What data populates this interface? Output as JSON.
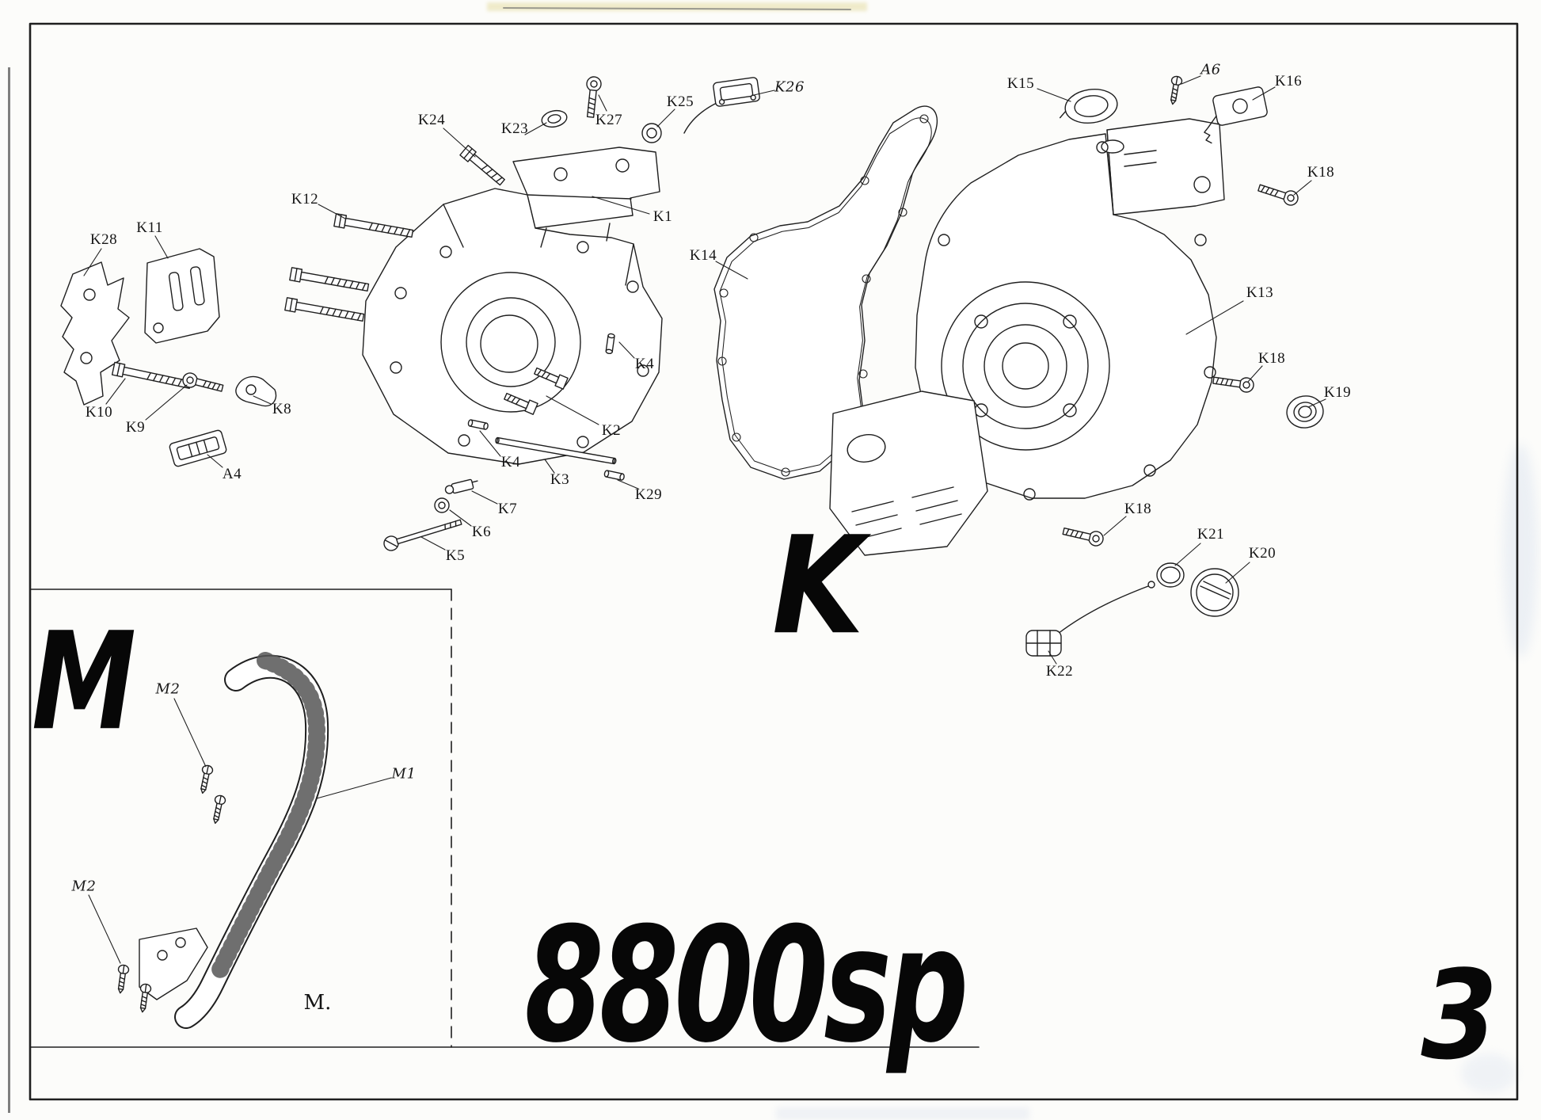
{
  "colors": {
    "ink": "#1f1f1f",
    "paper": "#fcfcfa"
  },
  "titles": {
    "section_k": "K",
    "section_m": "M",
    "model": "8800sp",
    "page_number": "3",
    "inset_caption": "M."
  },
  "part_labels": [
    {
      "text": "K24"
    },
    {
      "text": "K23"
    },
    {
      "text": "K27"
    },
    {
      "text": "K25"
    },
    {
      "text": "K26"
    },
    {
      "text": "K15"
    },
    {
      "text": "A6"
    },
    {
      "text": "K16"
    },
    {
      "text": "K18"
    },
    {
      "text": "K12"
    },
    {
      "text": "K1"
    },
    {
      "text": "K28"
    },
    {
      "text": "K11"
    },
    {
      "text": "K14"
    },
    {
      "text": "K13"
    },
    {
      "text": "K18"
    },
    {
      "text": "K19"
    },
    {
      "text": "K4"
    },
    {
      "text": "K10"
    },
    {
      "text": "K9"
    },
    {
      "text": "K8"
    },
    {
      "text": "K2"
    },
    {
      "text": "A4"
    },
    {
      "text": "K4"
    },
    {
      "text": "K3"
    },
    {
      "text": "K29"
    },
    {
      "text": "K7"
    },
    {
      "text": "K6"
    },
    {
      "text": "K5"
    },
    {
      "text": "K18"
    },
    {
      "text": "K21"
    },
    {
      "text": "K20"
    },
    {
      "text": "K22"
    },
    {
      "text": "M2"
    },
    {
      "text": "M1"
    },
    {
      "text": "M2"
    }
  ]
}
